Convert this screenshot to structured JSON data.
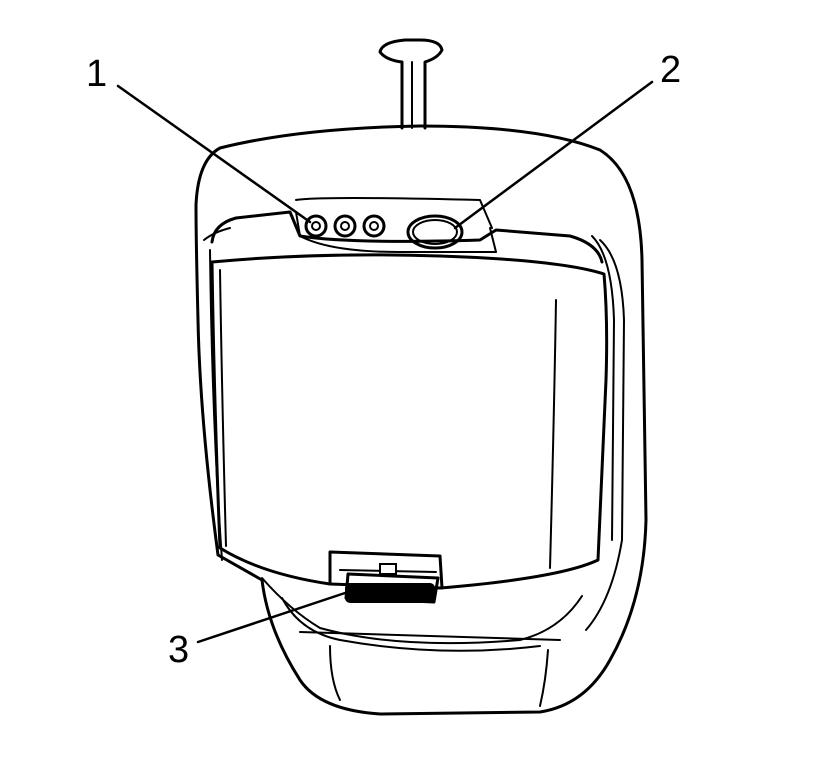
{
  "diagram": {
    "callouts": [
      {
        "id": "1",
        "label": "1"
      },
      {
        "id": "2",
        "label": "2"
      },
      {
        "id": "3",
        "label": "3"
      }
    ]
  },
  "colors": {
    "ink": "#000000",
    "background": "#ffffff",
    "release-button-fill": "#000000"
  }
}
